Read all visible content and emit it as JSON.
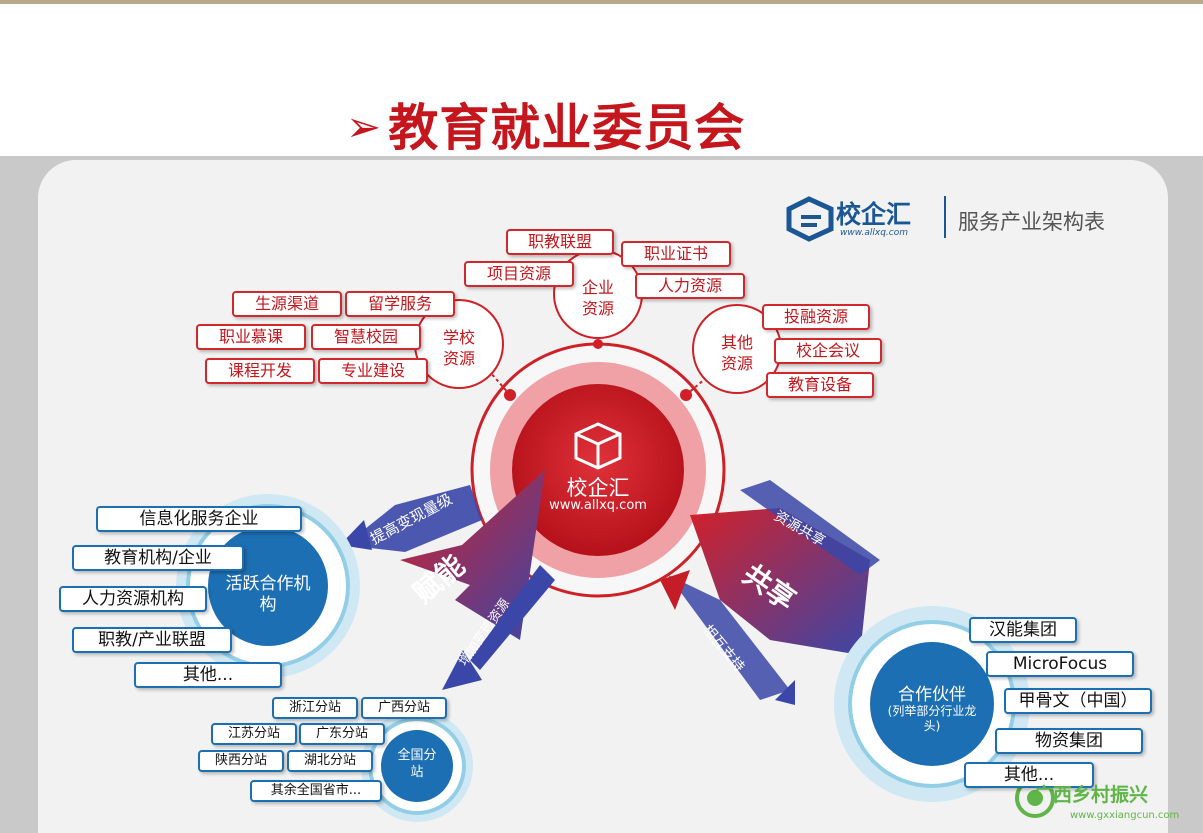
{
  "title": "教育就业委员会",
  "title_marker": "➢",
  "logo": {
    "name": "校企汇",
    "url": "www.allxq.com",
    "subtitle": "服务产业架构表"
  },
  "hub": {
    "name": "校企汇",
    "url": "www.allxq.com"
  },
  "resource_groups": {
    "school": {
      "label": "学校资源",
      "items": [
        "生源渠道",
        "留学服务",
        "职业慕课",
        "智慧校园",
        "课程开发",
        "专业建设"
      ]
    },
    "enterprise": {
      "label": "企业资源",
      "items": [
        "职教联盟",
        "项目资源",
        "职业证书",
        "人力资源"
      ]
    },
    "other": {
      "label": "其他资源",
      "items": [
        "投融资源",
        "校企会议",
        "教育设备"
      ]
    }
  },
  "arrows": {
    "empower": {
      "label": "赋能",
      "top": "提高变现量级",
      "bottom": "增加变现资源"
    },
    "share": {
      "label": "共享",
      "top": "资源共享",
      "bottom": "相互支持"
    }
  },
  "active_orgs": {
    "label": "活跃合作机构",
    "items": [
      "信息化服务企业",
      "教育机构/企业",
      "人力资源机构",
      "职教/产业联盟",
      "其他..."
    ]
  },
  "national_branches": {
    "label": "全国分站",
    "items": [
      "浙江分站",
      "广西分站",
      "江苏分站",
      "广东分站",
      "陕西分站",
      "湖北分站",
      "其余全国省市..."
    ]
  },
  "partners": {
    "label": "合作伙伴",
    "sublabel": "(列举部分行业龙头)",
    "items": [
      "汉能集团",
      "MicroFocus",
      "甲骨文（中国）",
      "物资集团",
      "其他..."
    ]
  },
  "watermark": {
    "text": "广西乡村振兴",
    "url": "www.gxxiangcun.com"
  },
  "colors": {
    "red": "#c4161c",
    "blue": "#1d6fb3",
    "brand_blue": "#1b5794",
    "panel": "#f2f2f2"
  }
}
